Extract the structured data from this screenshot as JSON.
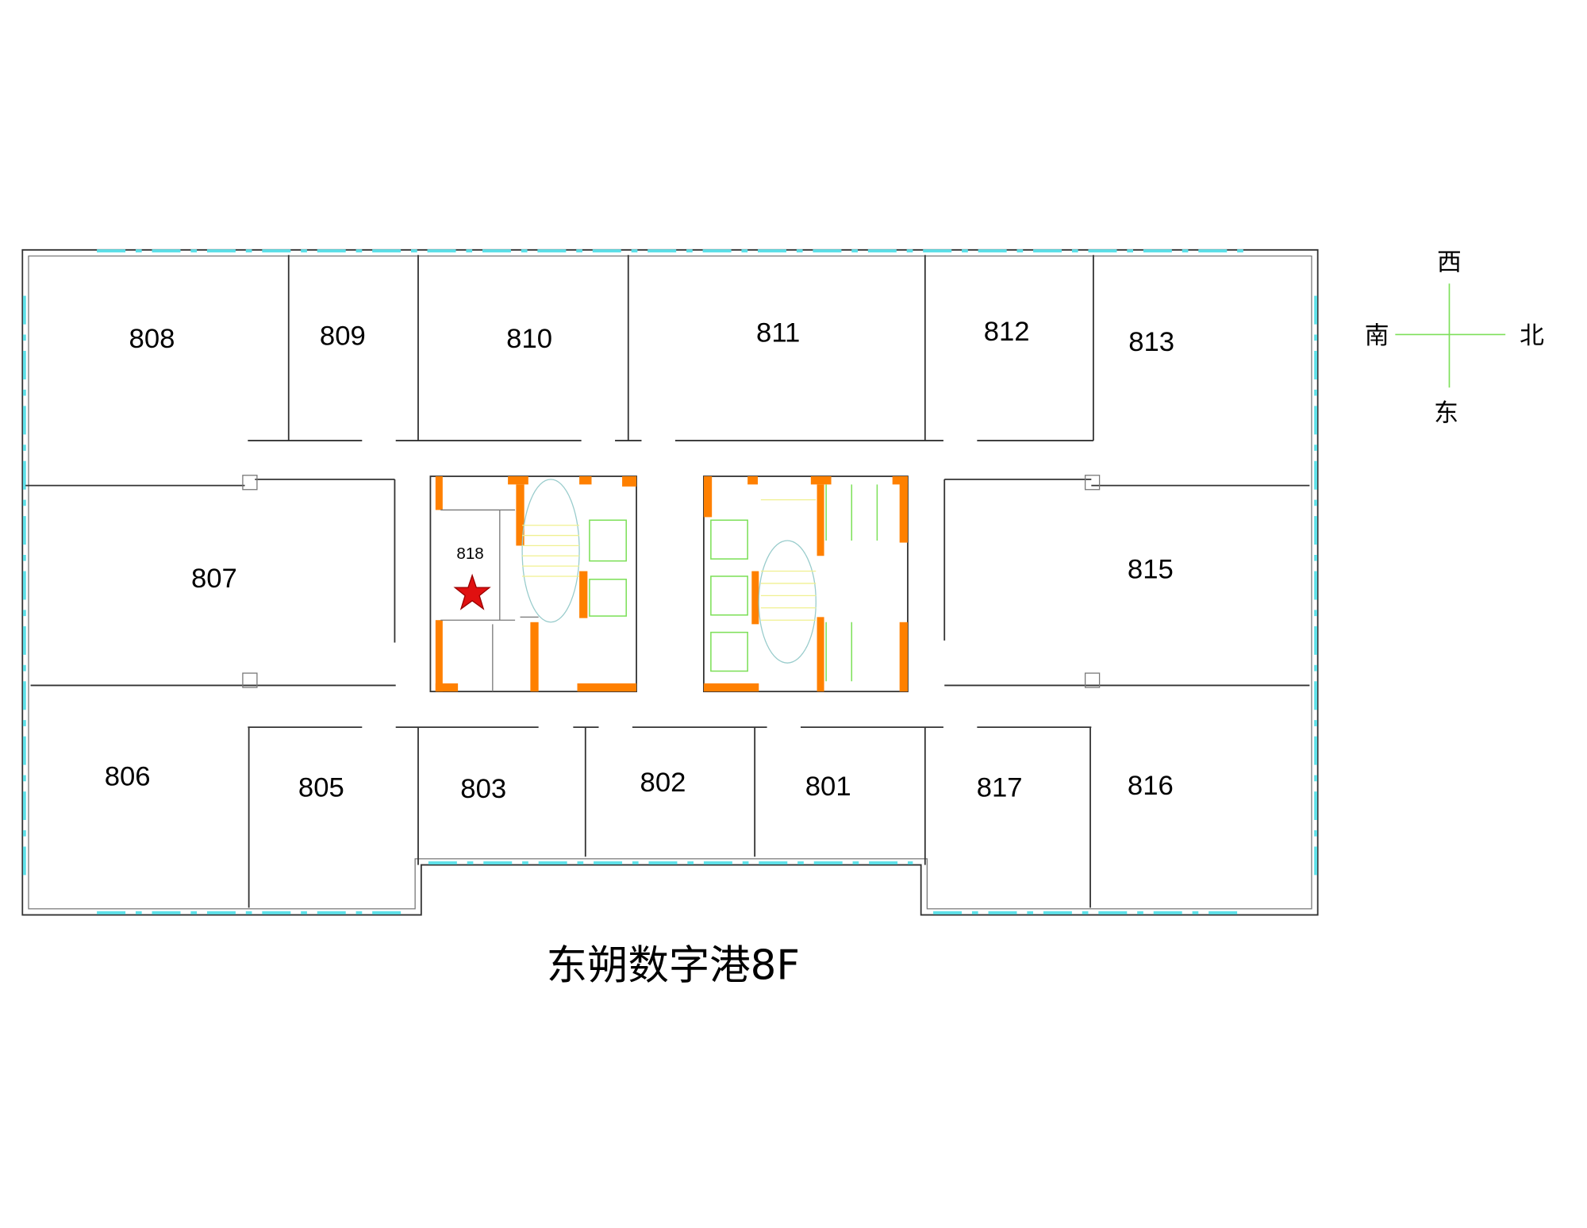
{
  "title": "东朔数字港8F",
  "compass": {
    "west": "西",
    "south": "南",
    "north": "北",
    "east": "东",
    "line_color": "#7ee05a"
  },
  "rooms": {
    "r808": "808",
    "r809": "809",
    "r810": "810",
    "r811": "811",
    "r812": "812",
    "r813": "813",
    "r807": "807",
    "r818": "818",
    "r815": "815",
    "r806": "806",
    "r805": "805",
    "r803": "803",
    "r802": "802",
    "r801": "801",
    "r817": "817",
    "r816": "816"
  },
  "marker": {
    "icon": "star-icon",
    "color": "#e01010",
    "room": "818"
  },
  "colors": {
    "core_wall": "#ff8000",
    "window": "#5ee0e8"
  }
}
